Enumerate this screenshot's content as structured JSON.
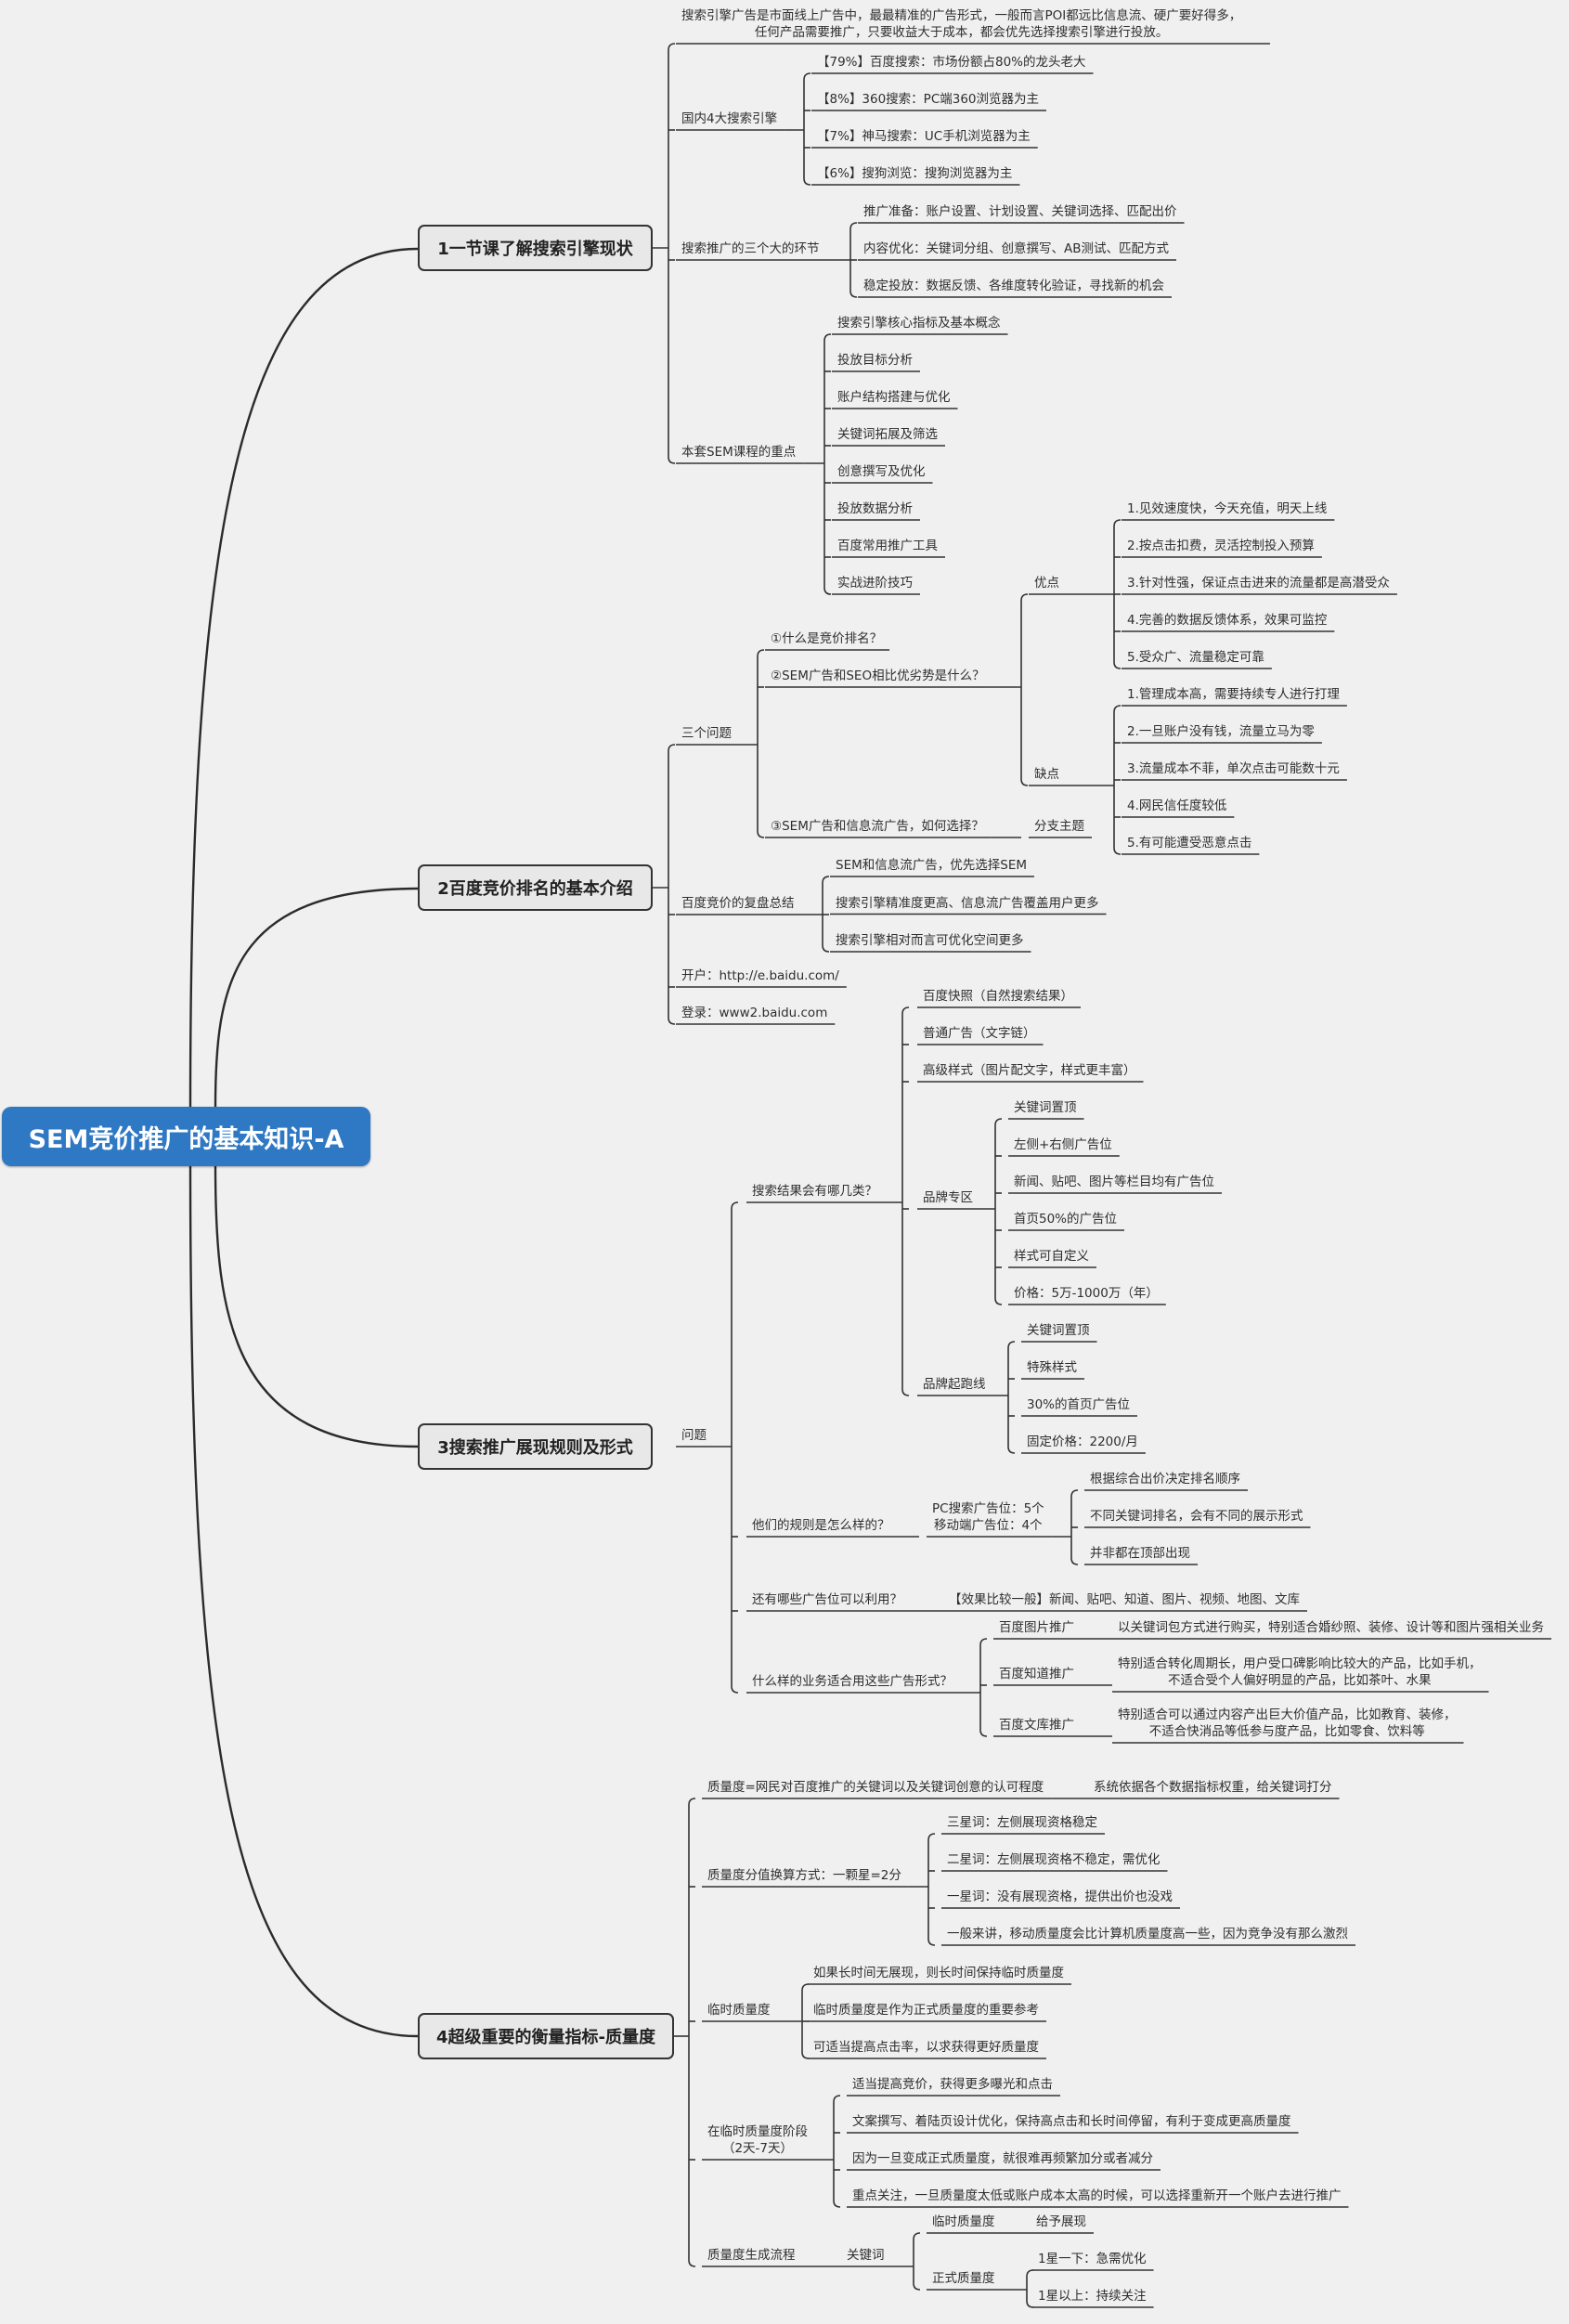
{
  "root": "SEM竞价推广的基本知识-A",
  "topics": [
    "1一节课了解搜索引擎现状",
    "2百度竞价排名的基本介绍",
    "3搜索推广展现规则及形式",
    "4超级重要的衡量指标-质量度"
  ],
  "t1": {
    "intro": [
      "搜索引擎广告是市面线上广告中，最最精准的广告形式，一般而言POI都远比信息流、硬广要好得多，",
      "任何产品需要推广，只要收益大于成本，都会优先选择搜索引擎进行投放。"
    ],
    "engines_label": "国内4大搜索引擎",
    "engines": [
      "【79%】百度搜索：市场份额占80%的龙头老大",
      "【8%】360搜索：PC端360浏览器为主",
      "【7%】神马搜索：UC手机浏览器为主",
      "【6%】搜狗浏览：搜狗浏览器为主"
    ],
    "phases_label": "搜索推广的三个大的环节",
    "phases": [
      "推广准备：账户设置、计划设置、关键词选择、匹配出价",
      "内容优化：关键词分组、创意撰写、AB测试、匹配方式",
      "稳定投放：数据反馈、各维度转化验证，寻找新的机会"
    ],
    "focus_label": "本套SEM课程的重点",
    "focus": [
      "搜索引擎核心指标及基本概念",
      "投放目标分析",
      "账户结构搭建与优化",
      "关键词拓展及筛选",
      "创意撰写及优化",
      "投放数据分析",
      "百度常用推广工具",
      "实战进阶技巧"
    ]
  },
  "t2": {
    "questions_label": "三个问题",
    "q1": "①什么是竞价排名？",
    "q2": "②SEM广告和SEO相比优劣势是什么？",
    "q3": "③SEM广告和信息流广告，如何选择？",
    "pros_label": "优点",
    "pros": [
      "1.见效速度快，今天充值，明天上线",
      "2.按点击扣费，灵活控制投入预算",
      "3.针对性强，保证点击进来的流量都是高潜受众",
      "4.完善的数据反馈体系，效果可监控",
      "5.受众广、流量稳定可靠"
    ],
    "cons_label": "缺点",
    "cons": [
      "1.管理成本高，需要持续专人进行打理",
      "2.一旦账户没有钱，流量立马为零",
      "3.流量成本不菲，单次点击可能数十元",
      "4.网民信任度较低",
      "5.有可能遭受恶意点击"
    ],
    "branch_label": "分支主题",
    "review_label": "百度竞价的复盘总结",
    "review": [
      "SEM和信息流广告，优先选择SEM",
      "搜索引擎精准度更高、信息流广告覆盖用户更多",
      "搜索引擎相对而言可优化空间更多"
    ],
    "open": "开户：http://e.baidu.com/",
    "login": "登录：www2.baidu.com"
  },
  "t3": {
    "question_label": "问题",
    "results_label": "搜索结果会有哪几类？",
    "results": [
      "百度快照（自然搜索结果）",
      "普通广告（文字链）",
      "高级样式（图片配文字，样式更丰富）"
    ],
    "brand_zone_label": "品牌专区",
    "brand_zone": [
      "关键词置顶",
      "左侧+右侧广告位",
      "新闻、贴吧、图片等栏目均有广告位",
      "首页50%的广告位",
      "样式可自定义",
      "价格：5万-1000万（年）"
    ],
    "brand_run_label": "品牌起跑线",
    "brand_run": [
      "关键词置顶",
      "特殊样式",
      "30%的首页广告位",
      "固定价格：2200/月"
    ],
    "rules_label": "他们的规则是怎么样的？",
    "slots": [
      "PC搜索广告位：5个",
      "移动端广告位：4个"
    ],
    "rules": [
      "根据综合出价决定排名顺序",
      "不同关键词排名，会有不同的展示形式",
      "并非都在顶部出现"
    ],
    "more_label": "还有哪些广告位可以利用？",
    "more": "【效果比较一般】新闻、贴吧、知道、图片、视频、地图、文库",
    "biz_label": "什么样的业务适合用这些广告形式？",
    "biz": [
      {
        "name": "百度图片推广",
        "desc": [
          "以关键词包方式进行购买，特别适合婚纱照、装修、设计等和图片强相关业务"
        ]
      },
      {
        "name": "百度知道推广",
        "desc": [
          "特别适合转化周期长，用户受口碑影响比较大的产品，比如手机，",
          "不适合受个人偏好明显的产品，比如茶叶、水果"
        ]
      },
      {
        "name": "百度文库推广",
        "desc": [
          "特别适合可以通过内容产出巨大价值产品，比如教育、装修，",
          "不适合快消品等低参与度产品，比如零食、饮料等"
        ]
      }
    ]
  },
  "t4": {
    "def_label": "质量度=网民对百度推广的关键词以及关键词创意的认可程度",
    "def_value": "系统依据各个数据指标权重，给关键词打分",
    "stars_label": "质量度分值换算方式：一颗星=2分",
    "stars": [
      "三星词：左侧展现资格稳定",
      "二星词：左侧展现资格不稳定，需优化",
      "一星词：没有展现资格，提供出价也没戏",
      "一般来讲，移动质量度会比计算机质量度高一些，因为竞争没有那么激烈"
    ],
    "temp_label": "临时质量度",
    "temp": [
      "如果长时间无展现，则长时间保持临时质量度",
      "临时质量度是作为正式质量度的重要参考",
      "可适当提高点击率，以求获得更好质量度"
    ],
    "stage_label": [
      "在临时质量度阶段",
      "（2天-7天）"
    ],
    "stage": [
      "适当提高竞价，获得更多曝光和点击",
      "文案撰写、着陆页设计优化，保持高点击和长时间停留，有利于变成更高质量度",
      "因为一旦变成正式质量度，就很难再频繁加分或者减分",
      "重点关注，一旦质量度太低或账户成本太高的时候，可以选择重新开一个账户去进行推广"
    ],
    "flow_label": "质量度生成流程",
    "keyword": "关键词",
    "flow_temp": "临时质量度",
    "flow_temp_result": "给予展现",
    "flow_formal": "正式质量度",
    "flow_formal_results": [
      "1星一下：急需优化",
      "1星以上：持续关注"
    ]
  }
}
